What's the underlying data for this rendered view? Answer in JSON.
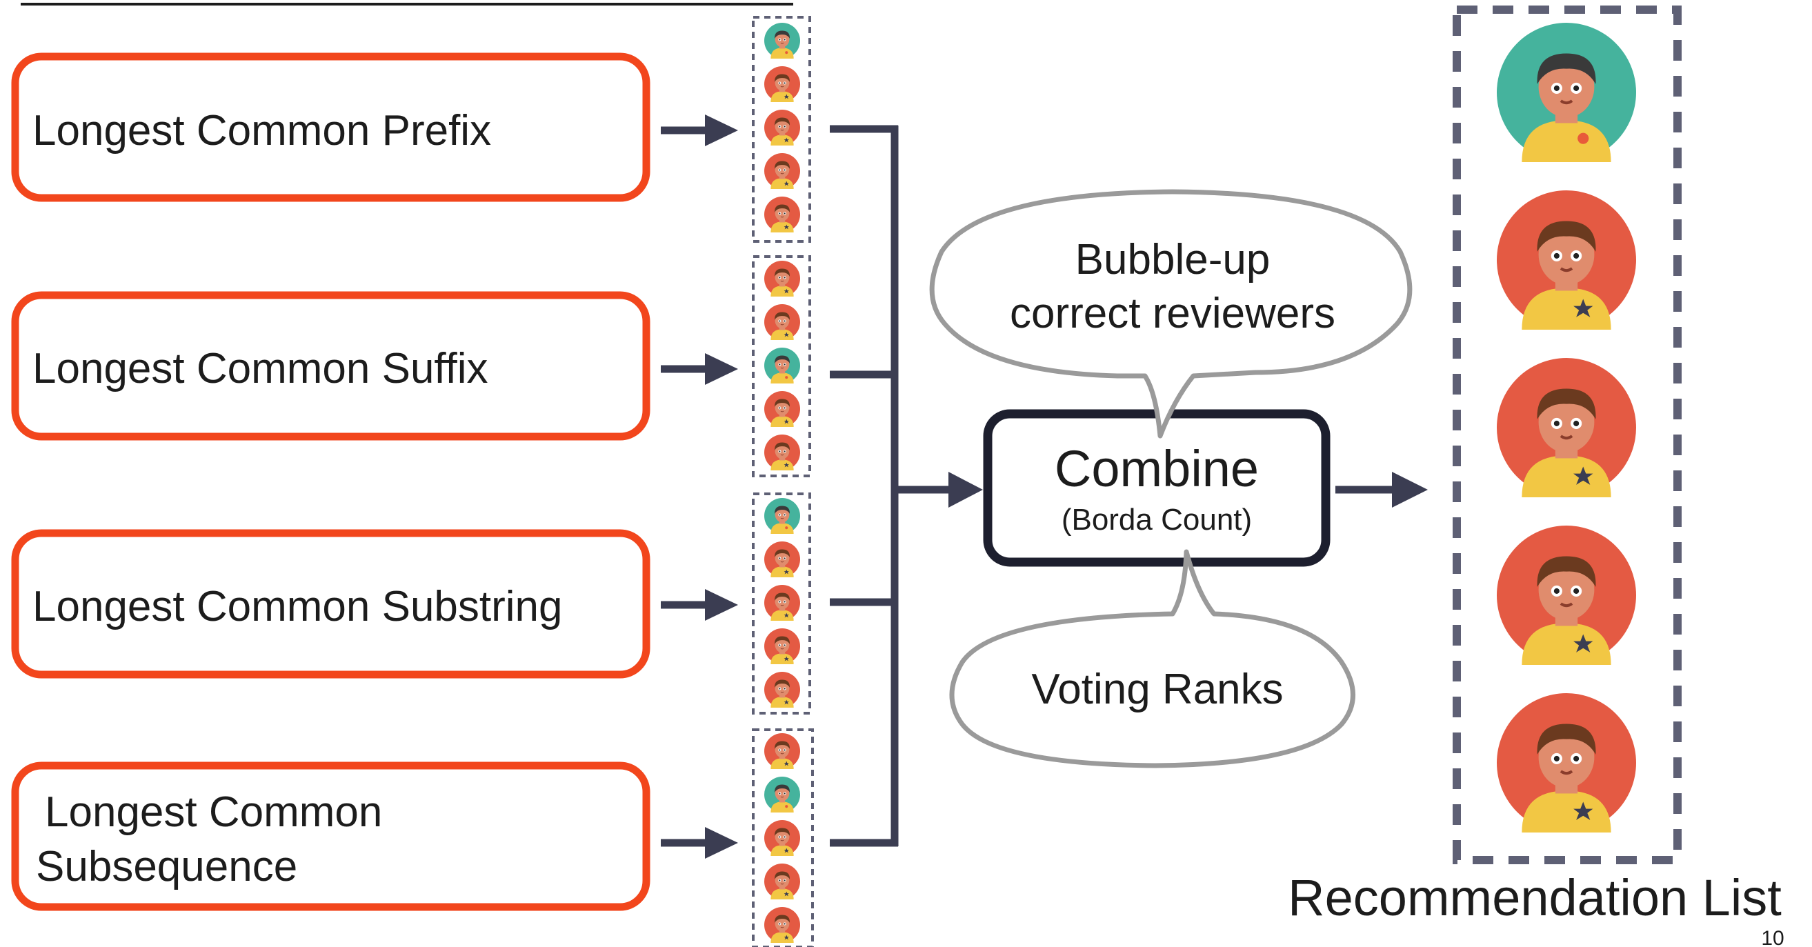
{
  "header": {
    "partial_title": ""
  },
  "methods": [
    {
      "label_line1": "Longest Common Prefix",
      "label_line2": "",
      "list": [
        "teal",
        "red",
        "red",
        "red",
        "red"
      ]
    },
    {
      "label_line1": "Longest Common Suffix",
      "label_line2": "",
      "list": [
        "red",
        "red",
        "teal",
        "red",
        "red"
      ]
    },
    {
      "label_line1": "Longest Common Substring",
      "label_line2": "",
      "list": [
        "teal",
        "red",
        "red",
        "red",
        "red"
      ]
    },
    {
      "label_line1": "Longest Common",
      "label_line2": "Subsequence",
      "list": [
        "red",
        "teal",
        "red",
        "red",
        "red"
      ]
    }
  ],
  "combine": {
    "title": "Combine",
    "subtitle": "(Borda Count)"
  },
  "bubble_top": {
    "line1": "Bubble-up",
    "line2": "correct reviewers"
  },
  "bubble_bottom": {
    "text": "Voting Ranks"
  },
  "recommendation": {
    "label": "Recommendation List",
    "list": [
      "teal",
      "red",
      "red",
      "red",
      "red"
    ]
  },
  "page_number": "10",
  "colors": {
    "method_border": "#f2461c",
    "arrow": "#3b3d52",
    "dash": "#5e6075",
    "avatar_teal": "#45b39d",
    "avatar_red": "#e45a43",
    "avatar_skin": "#e08c6d",
    "avatar_hair": "#6b3a1f",
    "avatar_shirt": "#f2c744"
  }
}
